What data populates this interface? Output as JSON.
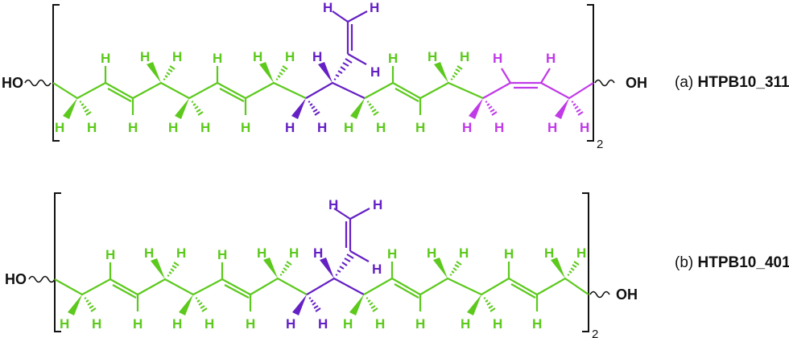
{
  "colors": {
    "trans_14": "#5cc91c",
    "vinyl_12": "#6420c4",
    "cis_14": "#c03ae8",
    "bracket": "#111111"
  },
  "structures": [
    {
      "id": "a",
      "label_prefix": "(a)",
      "label_name": "HTPB10_311",
      "left_terminal": "HO",
      "right_terminal": "OH",
      "repeat_subscript": "2",
      "units": [
        "trans-1,4",
        "trans-1,4",
        "1,2-vinyl",
        "trans-1,4",
        "cis-1,4"
      ]
    },
    {
      "id": "b",
      "label_prefix": "(b)",
      "label_name": "HTPB10_401",
      "left_terminal": "HO",
      "right_terminal": "OH",
      "repeat_subscript": "2",
      "units": [
        "trans-1,4",
        "trans-1,4",
        "1,2-vinyl",
        "trans-1,4",
        "trans-1,4"
      ]
    }
  ],
  "atom_label": "H"
}
